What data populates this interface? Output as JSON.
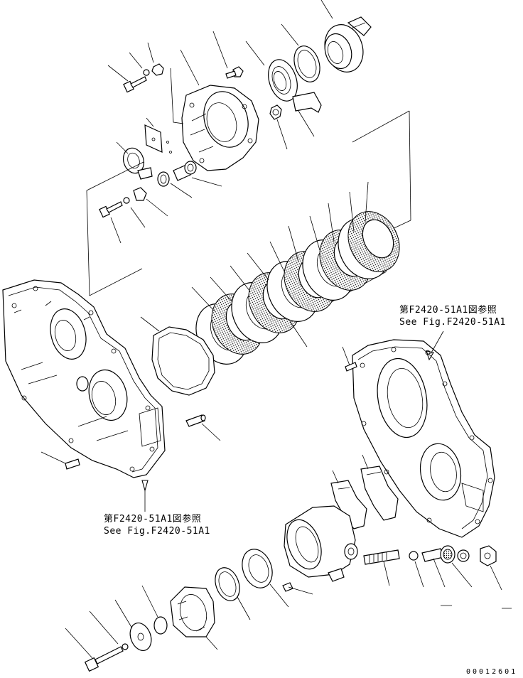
{
  "references": {
    "right": {
      "jp": "第F2420-51A1図参照",
      "en": "See Fig.F2420-51A1"
    },
    "left": {
      "jp": "第F2420-51A1図参照",
      "en": "See Fig.F2420-51A1"
    }
  },
  "drawing_number": "00012601",
  "colors": {
    "ink": "#000000",
    "paper": "#ffffff"
  }
}
